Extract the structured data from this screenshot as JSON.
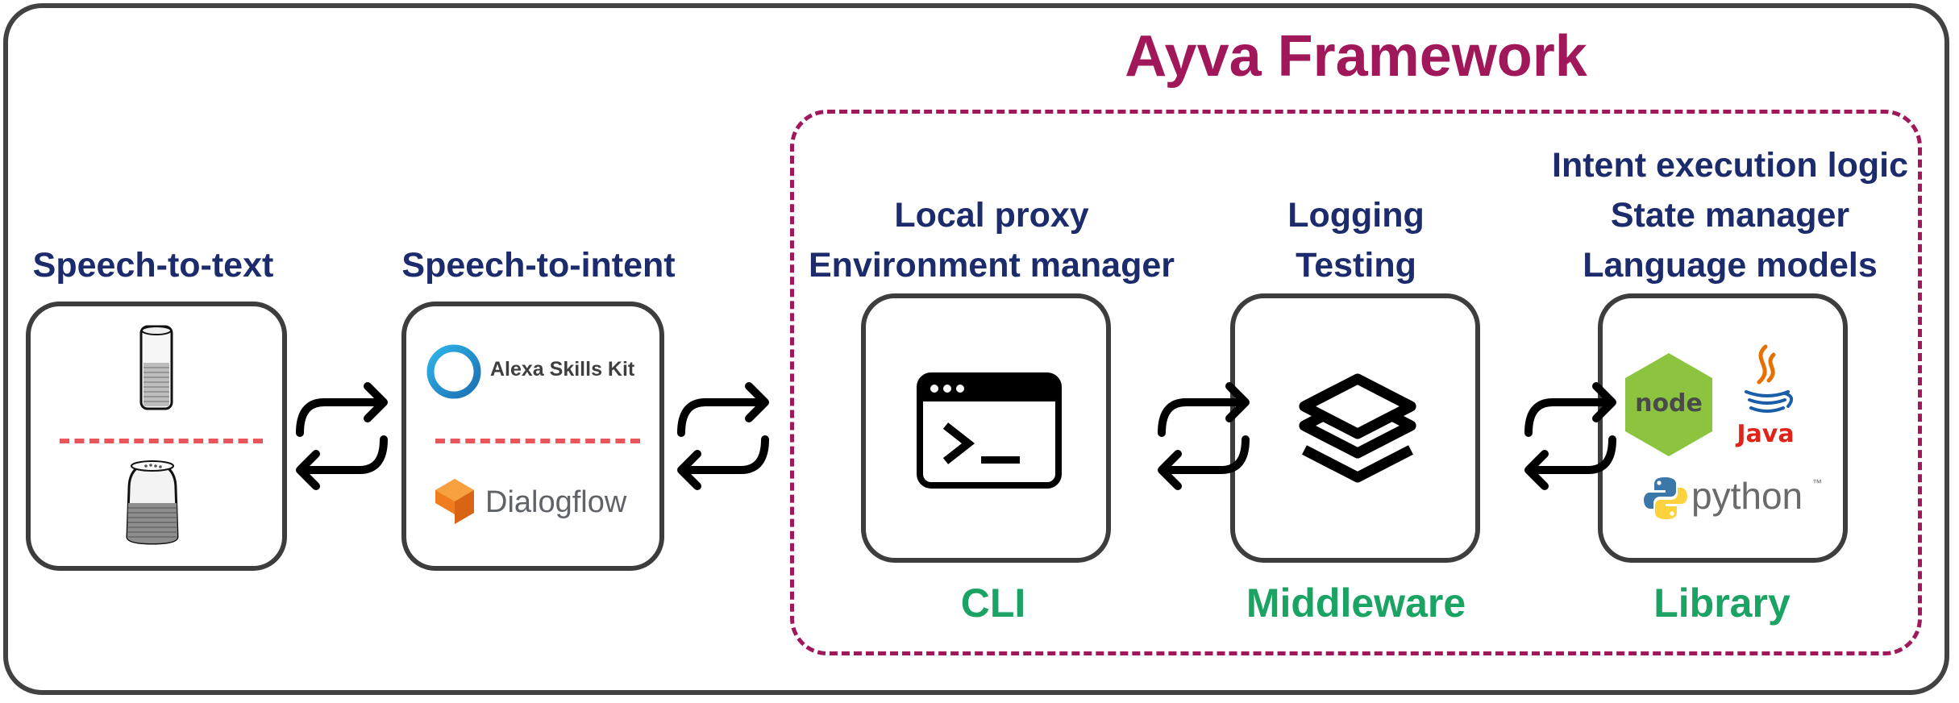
{
  "framework_title": "Ayva Framework",
  "stages": {
    "stt": {
      "heading": "Speech-to-text"
    },
    "sti": {
      "heading": "Speech-to-intent",
      "alexa_label": "Alexa Skills Kit",
      "dialogflow_label": "Dialogflow"
    },
    "cli": {
      "features": [
        "Local proxy",
        "Environment manager"
      ],
      "name": "CLI"
    },
    "middleware": {
      "features": [
        "Logging",
        "Testing"
      ],
      "name": "Middleware"
    },
    "library": {
      "features": [
        "Intent execution logic",
        "State manager",
        "Language models"
      ],
      "name": "Library",
      "node_label": "node",
      "java_label": "Java",
      "python_label": "python"
    }
  },
  "colors": {
    "title": "#a0175a",
    "feature_text": "#1c2b6b",
    "component_name": "#1aa363",
    "box_border": "#3d3d3d",
    "divider": "#e8555a"
  },
  "icons": [
    "amazon-echo-icon",
    "google-home-icon",
    "alexa-ring-icon",
    "dialogflow-icon",
    "terminal-icon",
    "layers-icon",
    "nodejs-icon",
    "java-icon",
    "python-icon",
    "swap-arrows-icon"
  ]
}
